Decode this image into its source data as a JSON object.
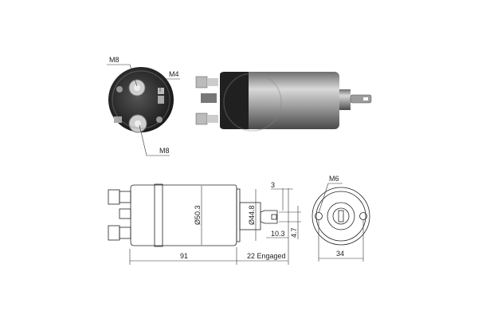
{
  "photo_end_view": {
    "labels": {
      "top_terminal": "M8",
      "small_terminal": "M4",
      "bottom_terminal": "M8"
    }
  },
  "drawing": {
    "dimensions": {
      "body_length": "91",
      "engaged_travel": "22 Engaged",
      "body_diameter": "Ø50.3",
      "nose_diameter": "Ø44.8",
      "tab_offset": "3",
      "tab_length": "10.3",
      "tab_width": "4.7",
      "mount_thread": "M6",
      "mount_spacing": "34"
    }
  },
  "colors": {
    "line": "#222222",
    "body_metal": "#9a9a9a",
    "cap_dark": "#2a2a2a"
  }
}
